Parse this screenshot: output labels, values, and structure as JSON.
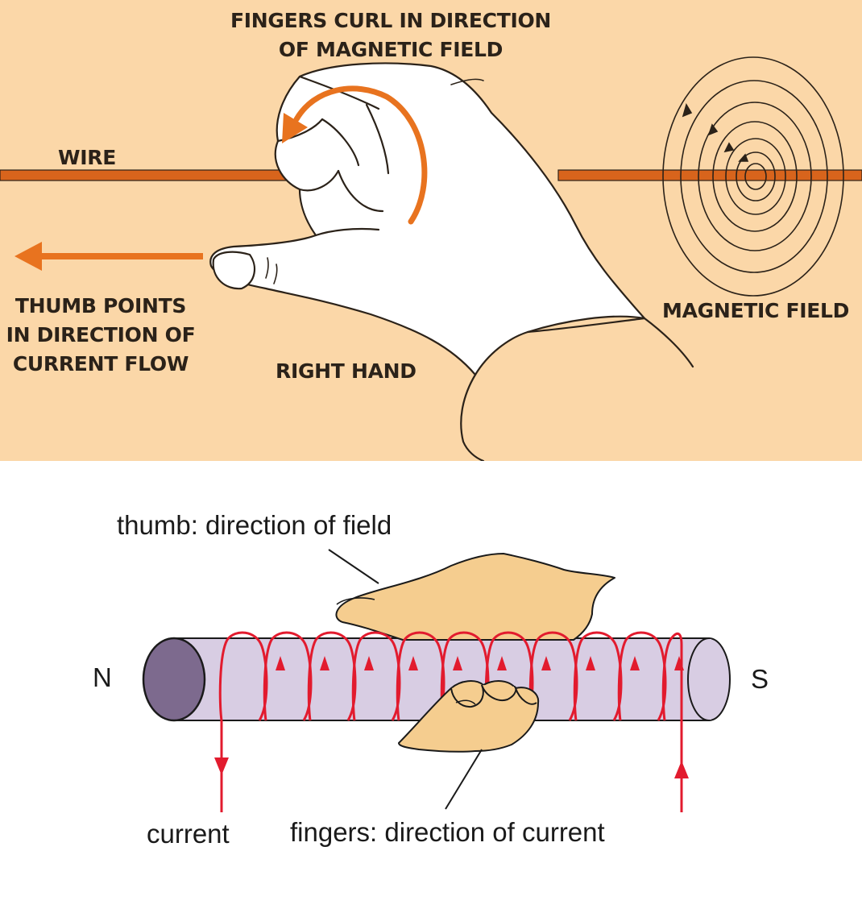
{
  "top_diagram": {
    "labels": {
      "fingers_curl_line1": "FINGERS CURL IN DIRECTION",
      "fingers_curl_line2": "OF MAGNETIC FIELD",
      "wire": "WIRE",
      "thumb_points_line1": "THUMB POINTS",
      "thumb_points_line2": "IN DIRECTION OF",
      "thumb_points_line3": "CURRENT FLOW",
      "right_hand": "RIGHT HAND",
      "magnetic_field": "MAGNETIC FIELD"
    },
    "colors": {
      "background": "#fbd7a8",
      "wire": "#d8641c",
      "arrow": "#e8731f",
      "hand": "#ffffff",
      "outline": "#2b2219"
    }
  },
  "bottom_diagram": {
    "labels": {
      "thumb_label": "thumb: direction of field",
      "pole_north": "N",
      "pole_south": "S",
      "current_label": "current",
      "fingers_label": "fingers: direction of current"
    },
    "colors": {
      "rod_body": "#d8cde3",
      "rod_end": "#7d6a8e",
      "coil": "#e21b2e",
      "hand": "#f5cd8f",
      "outline": "#1a1a1a"
    }
  }
}
